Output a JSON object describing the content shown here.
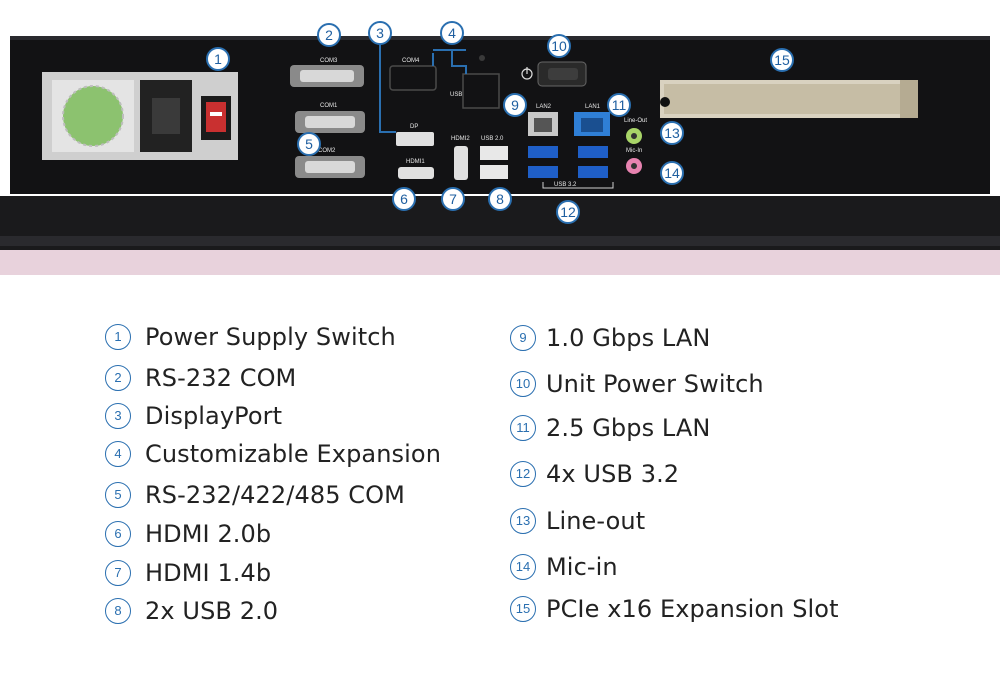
{
  "port_labels": {
    "com3": "COM3",
    "com1": "COM1",
    "com2": "COM2",
    "com4": "COM4",
    "usb": "USB",
    "dp": "DP",
    "hdmi2": "HDMI2",
    "hdmi1": "HDMI1",
    "usb20": "USB 2.0",
    "lan2": "LAN2",
    "lan1": "LAN1",
    "line_out": "Line-Out",
    "mic_in": "Mic-In",
    "usb32": "USB 3.2"
  },
  "callouts": [
    "1",
    "2",
    "3",
    "4",
    "5",
    "6",
    "7",
    "8",
    "9",
    "10",
    "11",
    "12",
    "13",
    "14",
    "15"
  ],
  "legend": {
    "left": [
      {
        "num": "1",
        "label": "Power Supply Switch"
      },
      {
        "num": "2",
        "label": "RS-232 COM"
      },
      {
        "num": "3",
        "label": "DisplayPort"
      },
      {
        "num": "4",
        "label": "Customizable Expansion"
      },
      {
        "num": "5",
        "label": "RS-232/422/485 COM"
      },
      {
        "num": "6",
        "label": "HDMI 2.0b"
      },
      {
        "num": "7",
        "label": "HDMI 1.4b"
      },
      {
        "num": "8",
        "label": "2x USB 2.0"
      }
    ],
    "right": [
      {
        "num": "9",
        "label": "1.0 Gbps LAN"
      },
      {
        "num": "10",
        "label": "Unit Power Switch"
      },
      {
        "num": "11",
        "label": "2.5 Gbps LAN"
      },
      {
        "num": "12",
        "label": "4x USB 3.2"
      },
      {
        "num": "13",
        "label": "Line-out"
      },
      {
        "num": "14",
        "label": "Mic-in"
      },
      {
        "num": "15",
        "label": "PCIe x16 Expansion Slot"
      }
    ]
  },
  "colors": {
    "accent": "#2a6fb0",
    "chassis": "#111111",
    "lan_blue": "#2f7fd6",
    "usb3_blue": "#1f5fc8",
    "line_out_green": "#9fcf5c",
    "mic_pink": "#e27aa8",
    "psu_fan_green": "#6aaa4a"
  }
}
